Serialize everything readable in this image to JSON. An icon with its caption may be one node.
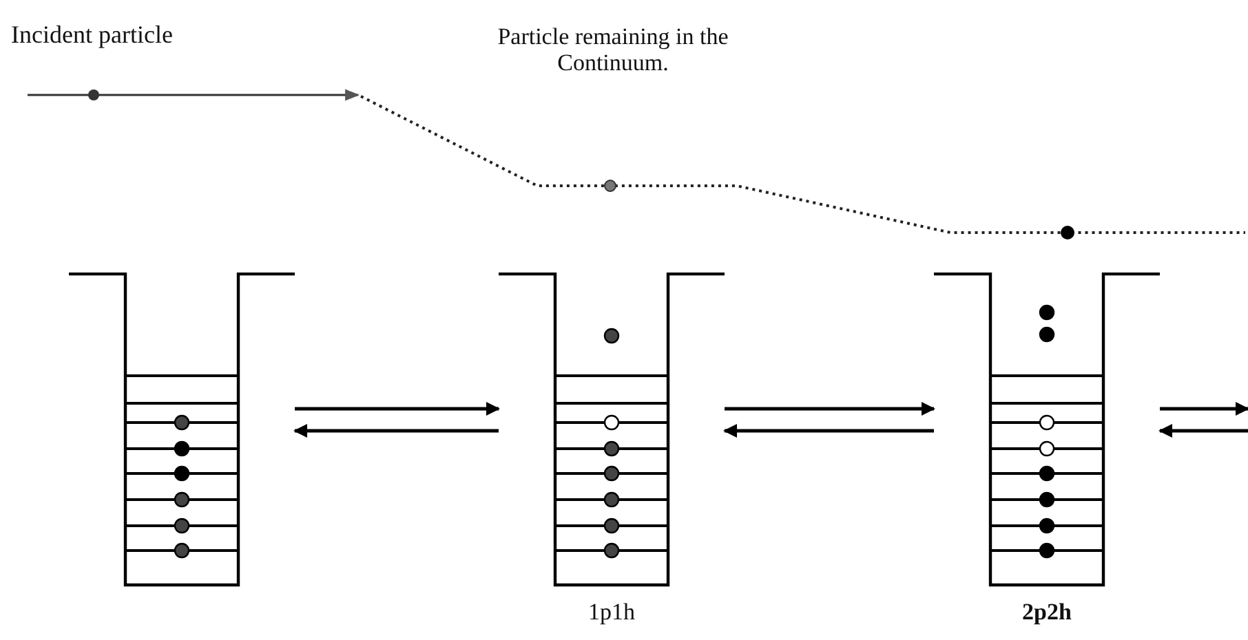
{
  "diagram": {
    "nodes": [
      {
        "text": [],
        "shape": "picture"
      },
      {
        "text": [],
        "shape": "picture",
        "beside": [
          "1p1h"
        ]
      },
      {
        "text": [],
        "shape": "picture",
        "beside": [
          "2p2h"
        ]
      }
    ],
    "edges": [
      {
        "from": 0,
        "to": 1,
        "arrow": "to"
      },
      {
        "from": 1,
        "to": 0,
        "arrow": "to"
      },
      {
        "from": 1,
        "to": 2,
        "arrow": "to"
      },
      {
        "from": 2,
        "to": 1,
        "arrow": "to"
      },
      {
        "from": 2,
        "to": null,
        "arrow": "to"
      },
      {
        "from": null,
        "to": 2,
        "arrow": "to"
      }
    ],
    "labels": [
      "Incident particle",
      "Particle remaining in the Continuum."
    ]
  }
}
